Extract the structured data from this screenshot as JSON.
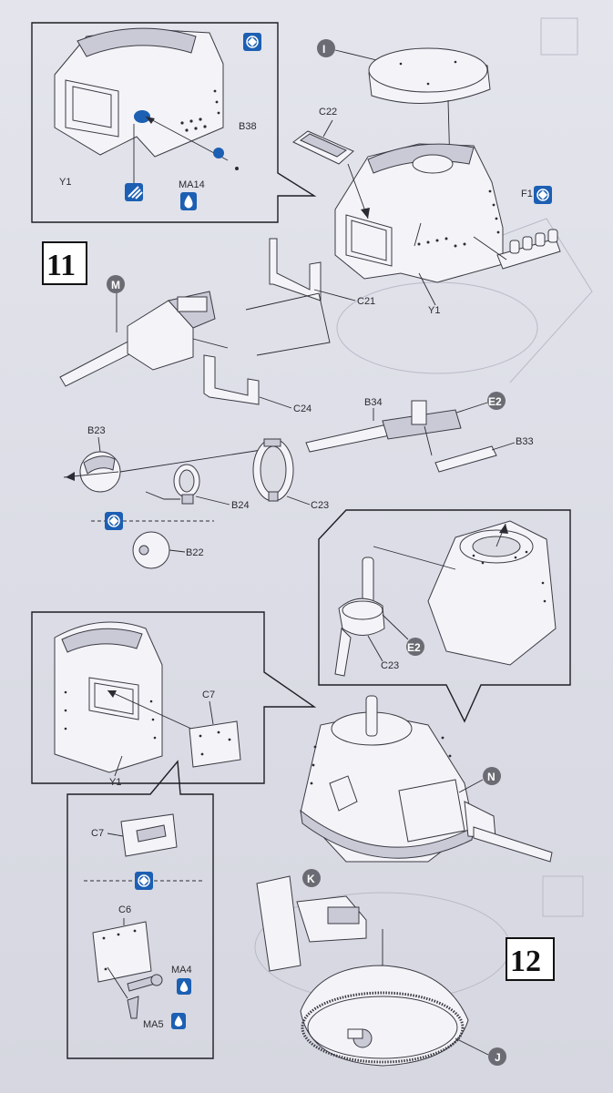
{
  "steps": {
    "step11": "11",
    "step12": "12"
  },
  "sub_assembly_bubbles": {
    "I": "I",
    "M": "M",
    "E2_top": "E2",
    "E2_inset": "E2",
    "N": "N",
    "K": "K",
    "J": "J"
  },
  "part_labels": {
    "Y1_inset_top": "Y1",
    "B38": "B38",
    "MA14": "MA14",
    "C22": "C22",
    "F1": "F1",
    "Y1_main": "Y1",
    "C21": "C21",
    "C24": "C24",
    "B34": "B34",
    "B33": "B33",
    "B23": "B23",
    "B24": "B24",
    "C23_main": "C23",
    "B22": "B22",
    "C23_inset": "C23",
    "C7_inset": "C7",
    "Y1_inset_lower": "Y1",
    "C7_small": "C7",
    "C6": "C6",
    "MA4": "MA4",
    "MA5": "MA5"
  },
  "icons": {
    "option_icon": "option-arrows-icon",
    "drill_icon": "drill-hole-icon",
    "glue_icon": "cement-drop-icon",
    "cut_icon": "cut-part-icon"
  },
  "colors": {
    "ink": "#1e1e24",
    "paper": "#e2e3ea",
    "part_fill": "#f4f4f8",
    "instruction_blue": "#1c5fb3",
    "bubble_gray": "#6b6b73"
  }
}
